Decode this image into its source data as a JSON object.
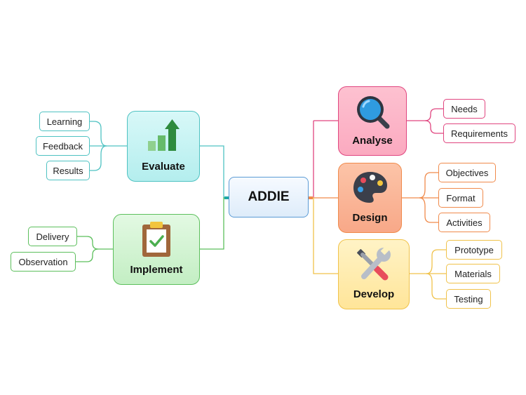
{
  "root": {
    "label": "ADDIE"
  },
  "branches": {
    "analyse": {
      "label": "Analyse",
      "color": "#e0457f",
      "icon": "magnifier-icon",
      "children": [
        "Needs",
        "Requirements"
      ]
    },
    "design": {
      "label": "Design",
      "color": "#f08a4b",
      "icon": "palette-icon",
      "children": [
        "Objectives",
        "Format",
        "Activities"
      ]
    },
    "develop": {
      "label": "Develop",
      "color": "#f0c24a",
      "icon": "tools-icon",
      "children": [
        "Prototype",
        "Materials",
        "Testing"
      ]
    },
    "evaluate": {
      "label": "Evaluate",
      "color": "#4fc2c2",
      "icon": "growth-chart-icon",
      "children": [
        "Learning",
        "Feedback",
        "Results"
      ]
    },
    "implement": {
      "label": "Implement",
      "color": "#5cbf5c",
      "icon": "clipboard-check-icon",
      "children": [
        "Delivery",
        "Observation"
      ]
    }
  }
}
